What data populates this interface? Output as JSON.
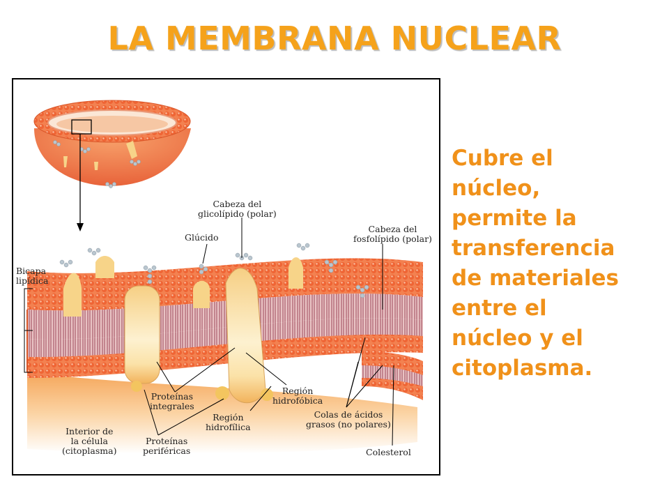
{
  "title": "LA MEMBRANA NUCLEAR",
  "description": [
    "Cubre el",
    "núcleo,",
    "permite la",
    "transferencia",
    "de materiales",
    "entre el",
    "núcleo y el",
    "citoplasma."
  ],
  "labels": {
    "glycolipid_head": [
      "Cabeza del",
      "glicolípido (polar)"
    ],
    "glucid": [
      "Glúcido"
    ],
    "phospholipid_head": [
      "Cabeza del",
      "fosfolípido (polar)"
    ],
    "bilayer": [
      "Bicapa",
      "lipídica"
    ],
    "integral_proteins": [
      "Proteínas",
      "integrales"
    ],
    "hydrophobic_region": [
      "Región",
      "hidrofóbica"
    ],
    "hydrophilic_region": [
      "Región",
      "hidrofílica"
    ],
    "fatty_acid_tails": [
      "Colas de ácidos",
      "grasos (no polares)"
    ],
    "cell_interior": [
      "Interior de",
      "la célula",
      "(citoplasma)"
    ],
    "peripheral_proteins": [
      "Proteínas",
      "periféricas"
    ],
    "cholesterol": [
      "Colesterol"
    ]
  },
  "colors": {
    "title": "#f5a21b",
    "description": "#f0911a",
    "phospholipid_head": "#f06a3a",
    "tail": "#c07880",
    "protein": "#f7d489",
    "cytoplasm": "#f7b46a"
  }
}
